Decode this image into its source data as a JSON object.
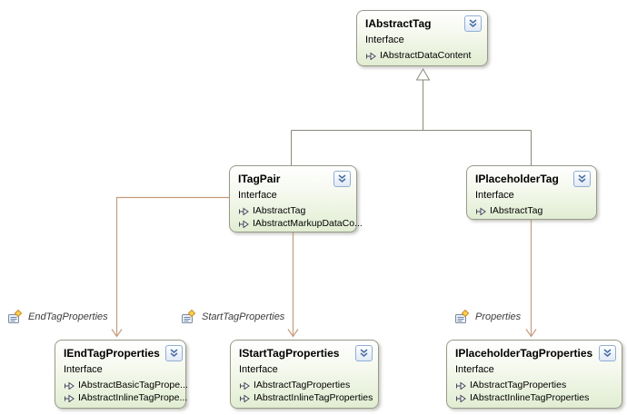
{
  "diagram_type": "class-diagram",
  "boxes": [
    {
      "title": "IAbstractTag",
      "stereotype": "Interface",
      "members": [
        "IAbstractDataContent"
      ]
    },
    {
      "title": "ITagPair",
      "stereotype": "Interface",
      "members": [
        "IAbstractTag",
        "IAbstractMarkupDataCo..."
      ]
    },
    {
      "title": "IPlaceholderTag",
      "stereotype": "Interface",
      "members": [
        "IAbstractTag"
      ]
    },
    {
      "title": "IEndTagProperties",
      "stereotype": "Interface",
      "members": [
        "IAbstractBasicTagPrope...",
        "IAbstractInlineTagPrope..."
      ]
    },
    {
      "title": "IStartTagProperties",
      "stereotype": "Interface",
      "members": [
        "IAbstractTagProperties",
        "IAbstractInlineTagProperties"
      ]
    },
    {
      "title": "IPlaceholderTagProperties",
      "stereotype": "Interface",
      "members": [
        "IAbstractTagProperties",
        "IAbstractInlineTagProperties"
      ]
    }
  ],
  "labels": [
    {
      "text": "EndTagProperties"
    },
    {
      "text": "StartTagProperties"
    },
    {
      "text": "Properties"
    }
  ],
  "relationships": {
    "inheritance": [
      {
        "from": "ITagPair",
        "to": "IAbstractTag"
      },
      {
        "from": "IPlaceholderTag",
        "to": "IAbstractTag"
      }
    ],
    "property_associations": [
      {
        "from": "ITagPair",
        "label": "EndTagProperties",
        "to": "IEndTagProperties"
      },
      {
        "from": "ITagPair",
        "label": "StartTagProperties",
        "to": "IStartTagProperties"
      },
      {
        "from": "IPlaceholderTag",
        "label": "Properties",
        "to": "IPlaceholderTagProperties"
      }
    ]
  },
  "colors": {
    "inheritance_line": "#8a897b",
    "association_line": "#c49c7e",
    "box_border": "#99998a",
    "box_fill_bottom": "#e1edd2",
    "collapse_border": "#90aed4",
    "collapse_chevron": "#4a6fa5"
  }
}
